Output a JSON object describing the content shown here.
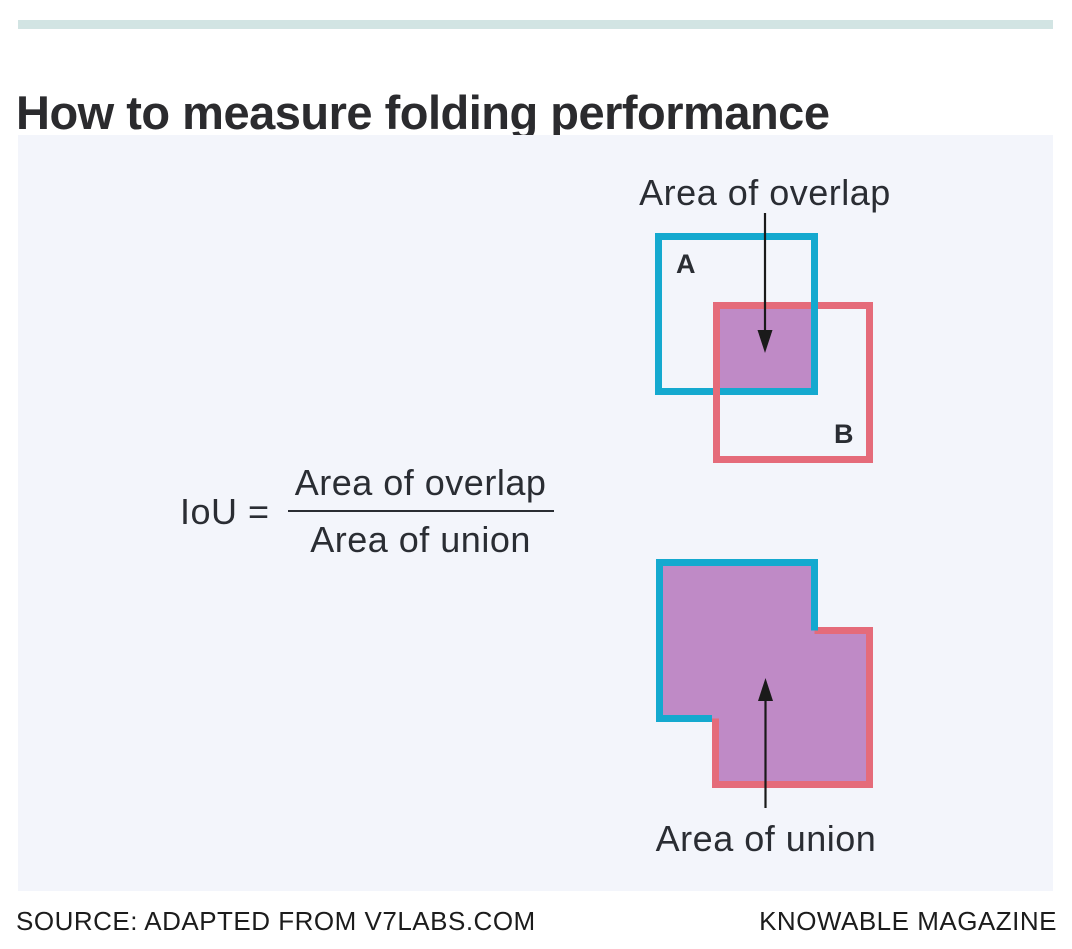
{
  "header": {
    "title": "How to measure folding performance"
  },
  "figure": {
    "overlap_diagram": {
      "label": "Area of overlap",
      "box_a_label": "A",
      "box_b_label": "B"
    },
    "formula": {
      "lhs": "IoU =",
      "numerator": "Area of overlap",
      "denominator": "Area of union"
    },
    "union_diagram": {
      "label": "Area of union"
    }
  },
  "footer": {
    "source": "SOURCE: ADAPTED FROM V7LABS.COM",
    "credit": "KNOWABLE MAGAZINE"
  },
  "colors": {
    "accent_bar": "#d2e4e3",
    "panel_background": "#f3f5fb",
    "box_a_teal": "#14a9cf",
    "box_b_pink": "#e56b7a",
    "overlap_purple": "#bf8ac6",
    "text_dark": "#2a2d33"
  }
}
